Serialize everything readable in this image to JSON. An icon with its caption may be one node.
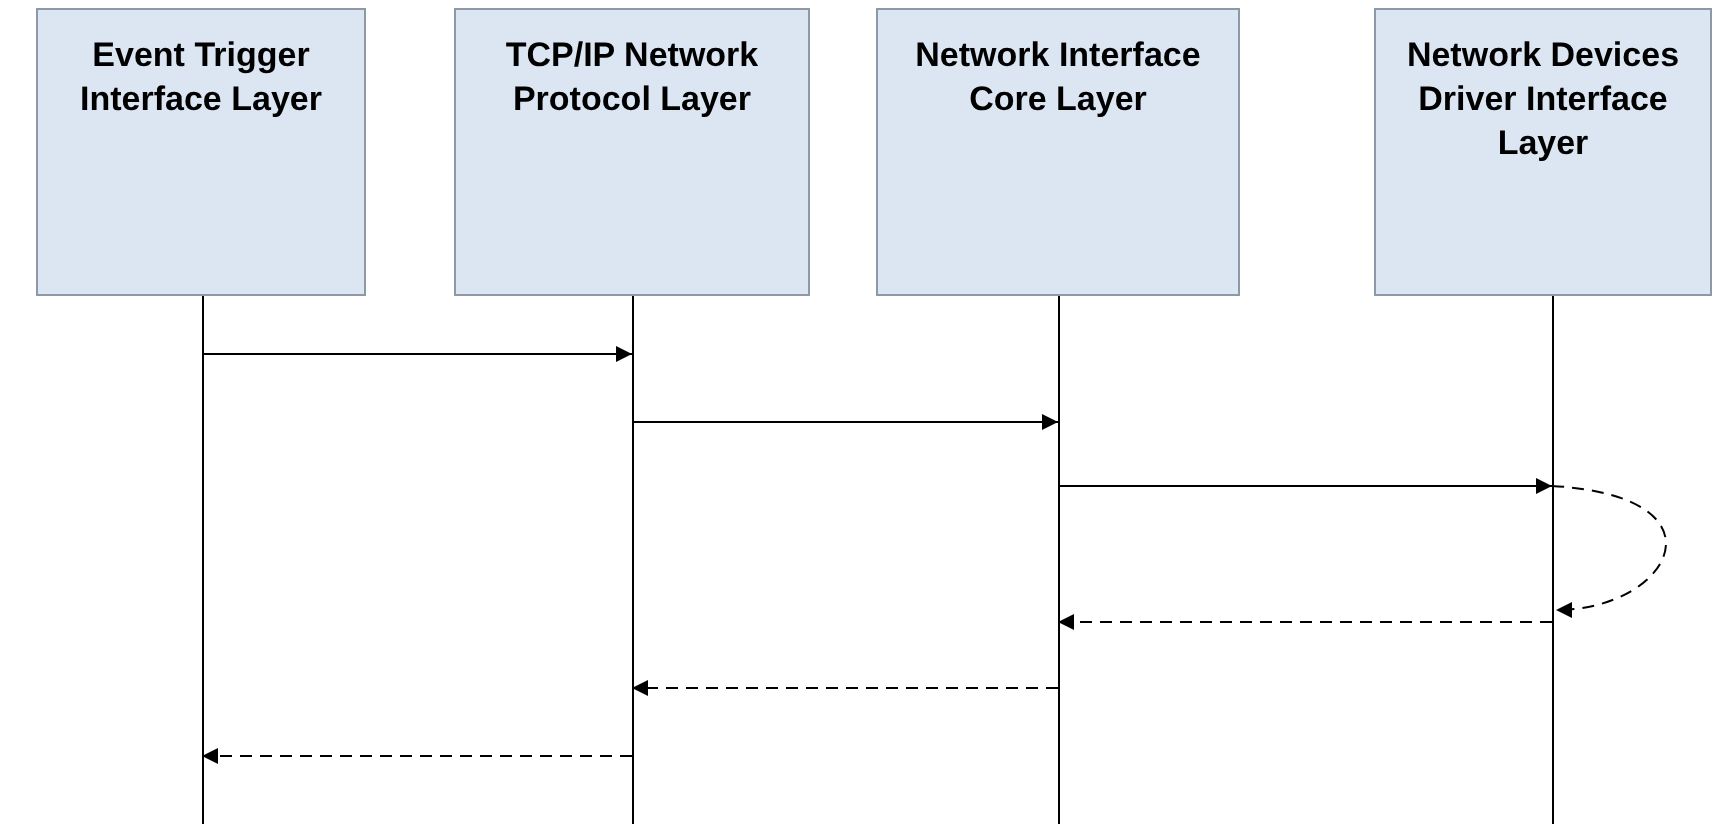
{
  "diagram": {
    "nodes": [
      {
        "text": [
          "Event Trigger Interface Layer"
        ]
      },
      {
        "text": [
          "TCP/IP Network Protocol Layer"
        ]
      },
      {
        "text": [
          "Network Interface Core Layer"
        ]
      },
      {
        "text": [
          "Network Devices Driver Interface Layer"
        ]
      },
      {
        "text": [],
        "shape": "line"
      },
      {
        "text": [],
        "shape": "line"
      },
      {
        "text": [],
        "shape": "line"
      },
      {
        "text": [],
        "shape": "line"
      }
    ],
    "edges": [
      {
        "from": 4,
        "to": 5,
        "arrow": "to"
      },
      {
        "from": 5,
        "to": 6,
        "arrow": "to"
      },
      {
        "from": 6,
        "to": 7,
        "arrow": "to"
      },
      {
        "from": 7,
        "to": 7,
        "arrow": "to",
        "style": "dashed"
      },
      {
        "from": 7,
        "to": 6,
        "arrow": "to",
        "style": "dashed"
      },
      {
        "from": 6,
        "to": 5,
        "arrow": "to",
        "style": "dashed"
      },
      {
        "from": 5,
        "to": 4,
        "arrow": "to",
        "style": "dashed"
      }
    ]
  }
}
